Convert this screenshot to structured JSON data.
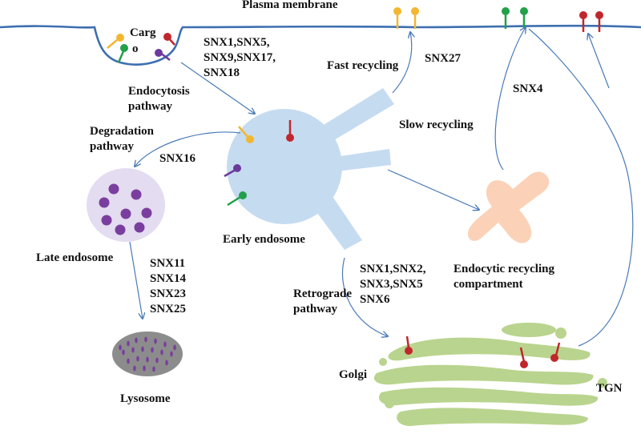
{
  "labels": {
    "plasma_membrane": "Plasma membrane",
    "cargo_line1": "Carg",
    "cargo_line2": "o",
    "snx_endocytosis": "SNX1,SNX5,\nSNX9,SNX17,\nSNX18",
    "endocytosis_pathway": "Endocytosis\npathway",
    "fast_recycling": "Fast recycling",
    "snx27": "SNX27",
    "snx4": "SNX4",
    "slow_recycling": "Slow recycling",
    "degradation_pathway": "Degradation\npathway",
    "snx16": "SNX16",
    "early_endosome": "Early endosome",
    "late_endosome": "Late endosome",
    "snx_late": "SNX11\nSNX14\nSNX23\nSNX25",
    "lysosome": "Lysosome",
    "snx_retrograde": "SNX1,SNX2,\nSNX3,SNX5\nSNX6",
    "retrograde_pathway": "Retrograde\npathway",
    "endocytic_recycling": "Endocytic recycling\ncompartment",
    "golgi": "Golgi",
    "tgn": "TGN"
  },
  "colors": {
    "membrane": "#3d6fb0",
    "arrow": "#4a7ab8",
    "early_endosome": "#c5dbf0",
    "late_endosome_fill": "#e4dcf0",
    "late_endosome_dots": "#7a3f9e",
    "lysosome_fill": "#8c8c8c",
    "lysosome_dots": "#7a3f9e",
    "recycling_compartment": "#fbd2b8",
    "golgi": "#b9d48e",
    "cargo_yellow": "#f2b731",
    "cargo_red": "#c0272d",
    "cargo_green": "#23a04a",
    "cargo_purple": "#6b3a9c"
  }
}
